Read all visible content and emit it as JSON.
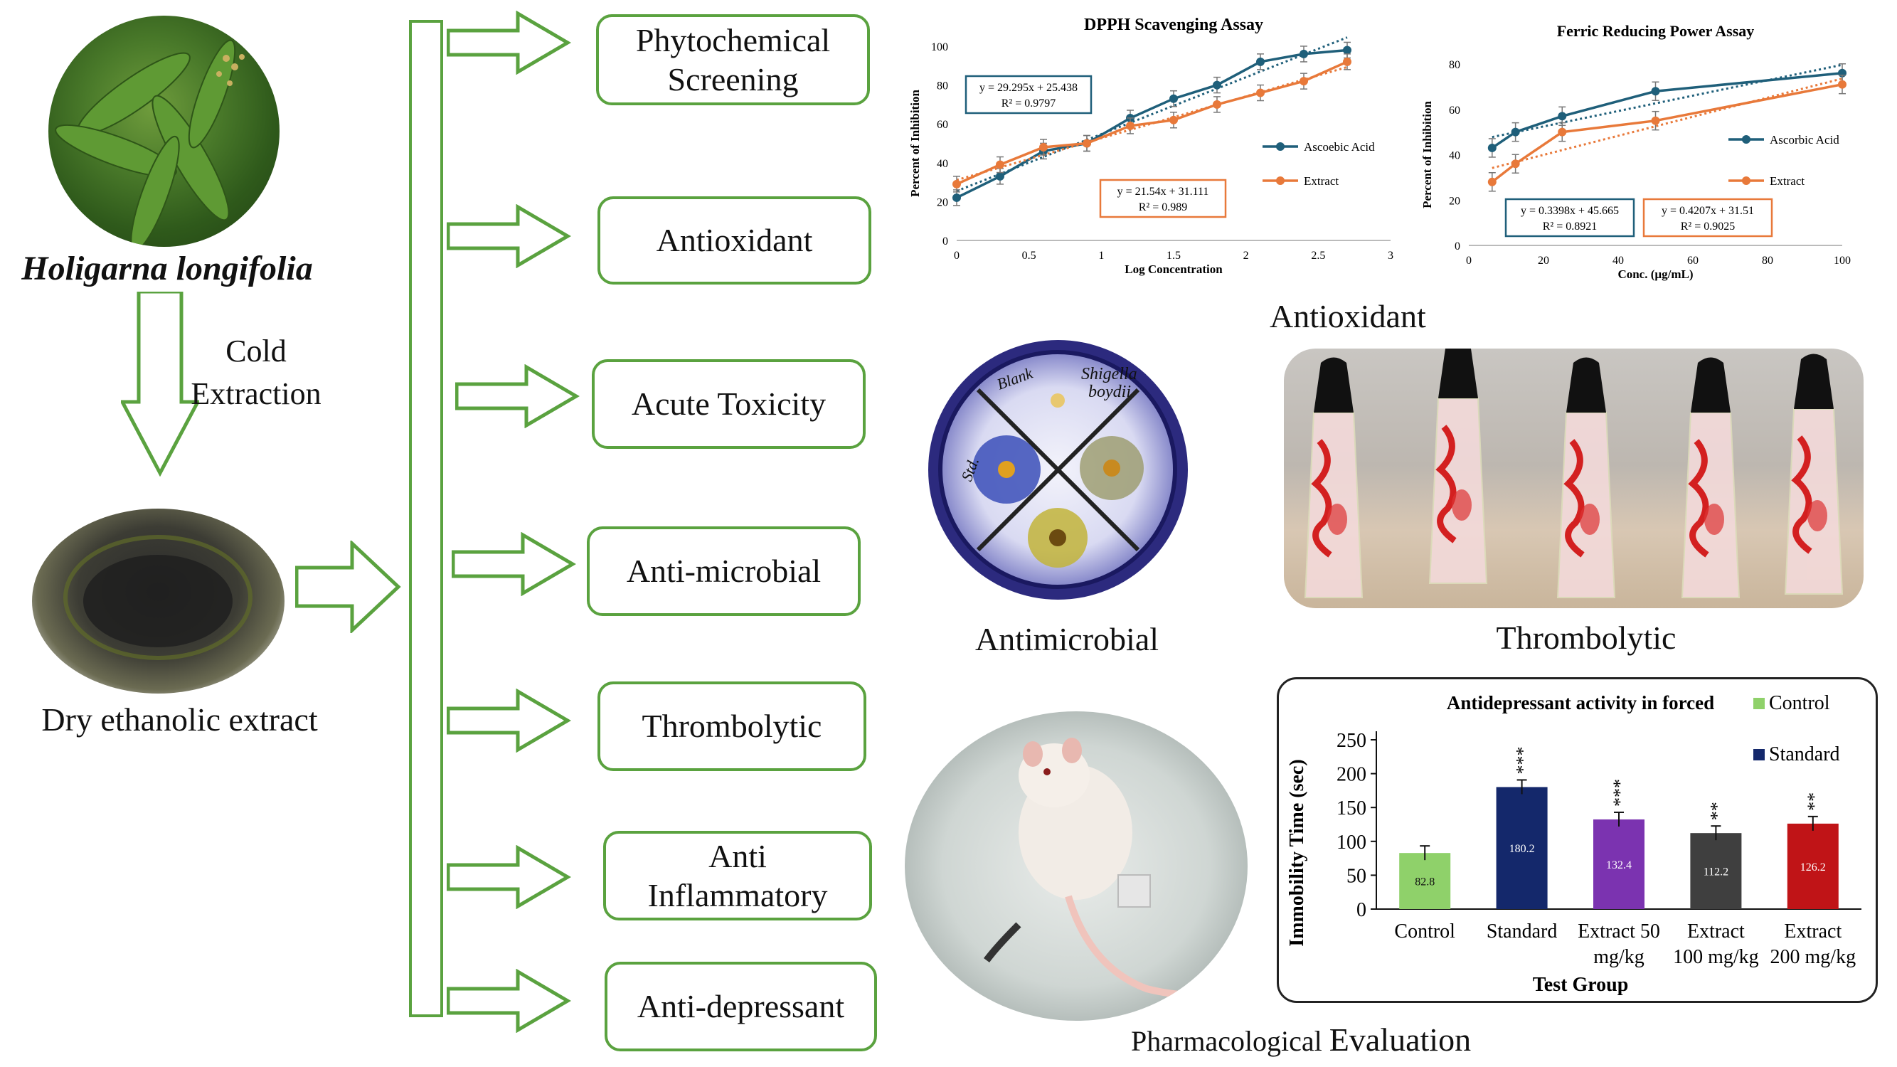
{
  "plant_name": "Holigarna longifolia",
  "extraction_label_1": "Cold",
  "extraction_label_2": "Extraction",
  "extract_label": "Dry ethanolic extract",
  "tests": [
    {
      "line1": "Phytochemical",
      "line2": "Screening"
    },
    {
      "line1": "Antioxidant",
      "line2": ""
    },
    {
      "line1": "Acute Toxicity",
      "line2": ""
    },
    {
      "line1": "Anti-microbial",
      "line2": ""
    },
    {
      "line1": "Thrombolytic",
      "line2": ""
    },
    {
      "line1": "Anti",
      "line2": "Inflammatory"
    },
    {
      "line1": "Anti-depressant",
      "line2": ""
    }
  ],
  "captions": {
    "antioxidant": "Antioxidant",
    "antimicrobial": "Antimicrobial",
    "thrombolytic": "Thrombolytic",
    "footer_small": "Pharmacological ",
    "footer_big": "Evaluation"
  },
  "plate_labels": {
    "organism_1": "Shigella",
    "organism_2": "boydii",
    "blank": "Blank",
    "std": "Std."
  },
  "colors": {
    "green": "#5aa23f",
    "blue_series": "#1f5f7a",
    "orange_series": "#e8793a"
  },
  "chart_data": [
    {
      "type": "line",
      "title": "DPPH Scavenging Assay",
      "xlabel": "Log Concentration",
      "ylabel": "Percent of Inhibition",
      "xlim": [
        0,
        3
      ],
      "ylim": [
        0,
        100
      ],
      "xticks": [
        "0",
        "0.5",
        "1",
        "1.5",
        "2",
        "2.5",
        "3"
      ],
      "yticks": [
        "0",
        "20",
        "40",
        "60",
        "80",
        "100"
      ],
      "legend_position": "right",
      "series": [
        {
          "name": "Ascoebic Acid",
          "x": [
            0,
            0.3,
            0.6,
            0.9,
            1.2,
            1.5,
            1.8,
            2.1,
            2.4,
            2.7
          ],
          "y": [
            22,
            33,
            46,
            50,
            63,
            73,
            80,
            92,
            96,
            98
          ],
          "trend": "y = 29.295x + 25.438",
          "r2": "R² = 0.9797"
        },
        {
          "name": "Extract",
          "x": [
            0,
            0.3,
            0.6,
            0.9,
            1.2,
            1.5,
            1.8,
            2.1,
            2.4,
            2.7
          ],
          "y": [
            29,
            39,
            48,
            50,
            59,
            62,
            70,
            76,
            82,
            92
          ],
          "trend": "y = 21.54x + 31.111",
          "r2": "R² = 0.989"
        }
      ]
    },
    {
      "type": "line",
      "title": "Ferric Reducing Power Assay",
      "xlabel": "Conc. (µg/mL)",
      "ylabel": "Percent of Inhibition",
      "xlim": [
        0,
        100
      ],
      "ylim": [
        0,
        80
      ],
      "xticks": [
        "0",
        "20",
        "40",
        "60",
        "80",
        "100"
      ],
      "yticks": [
        "0",
        "20",
        "40",
        "60",
        "80"
      ],
      "legend_position": "right",
      "series": [
        {
          "name": "Ascorbic Acid",
          "x": [
            6.25,
            12.5,
            25,
            50,
            100
          ],
          "y": [
            43,
            50,
            57,
            68,
            76
          ],
          "trend": "y = 0.3398x + 45.665",
          "r2": "R² = 0.8921"
        },
        {
          "name": "Extract",
          "x": [
            6.25,
            12.5,
            25,
            50,
            100
          ],
          "y": [
            28,
            36,
            50,
            55,
            71
          ],
          "trend": "y = 0.4207x + 31.51",
          "r2": "R² = 0.9025"
        }
      ]
    },
    {
      "type": "bar",
      "title": "Antidepressant activity in forced",
      "xlabel": "Test Group",
      "ylabel": "Immobility Time (sec)",
      "ylim": [
        0,
        250
      ],
      "yticks": [
        "0",
        "50",
        "100",
        "150",
        "200",
        "250"
      ],
      "categories": [
        "Control",
        "Standard",
        "Extract 50 mg/kg",
        "Extract 100 mg/kg",
        "Extract 200 mg/kg"
      ],
      "category_lines": [
        [
          "Control"
        ],
        [
          "Standard"
        ],
        [
          "Extract 50",
          "mg/kg"
        ],
        [
          "Extract",
          "100 mg/kg"
        ],
        [
          "Extract",
          "200 mg/kg"
        ]
      ],
      "values": [
        82.8,
        180.2,
        132.4,
        112.2,
        126.2
      ],
      "value_labels": [
        "82.8",
        "180.2",
        "132.4",
        "112.2",
        "126.2"
      ],
      "significance": [
        "",
        "***",
        "***",
        "**",
        "**"
      ],
      "bar_colors": [
        "#8fd16a",
        "#14286b",
        "#7b33b0",
        "#3f3f3f",
        "#c01417"
      ],
      "legend": [
        "Control",
        "Standard"
      ],
      "legend_position": "top-right"
    }
  ]
}
